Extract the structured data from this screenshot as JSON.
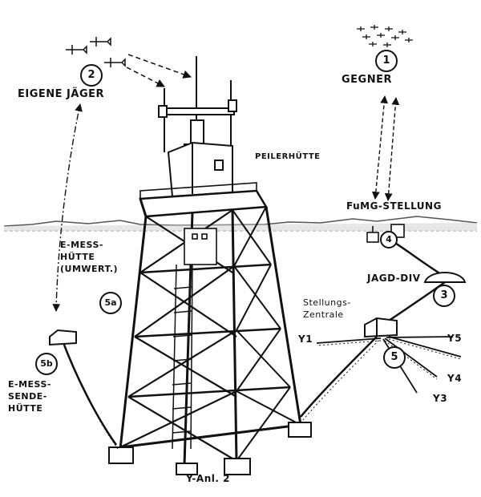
{
  "labels": {
    "gegner": "GEGNER",
    "eigene_jaeger": "EIGENE JÄGER",
    "peilerhuette": "PEILERHÜTTE",
    "fumg_stellung": "FuMG-STELLUNG",
    "e_mess_huette": "E-MESS-\nHÜTTE\n(UMWERT.)",
    "jagd_div": "JAGD-DIV",
    "stellungs_zentrale": "Stellungs-\nZentrale",
    "e_mess_sende_huette": "E-MESS-\nSENDE-\nHÜTTE",
    "y_anl": "Y-Anl. 2",
    "y1": "Y1",
    "y3": "Y3",
    "y4": "Y4",
    "y5": "Y5"
  },
  "markers": [
    "1",
    "2",
    "3",
    "4",
    "5",
    "5a",
    "5b"
  ],
  "colors": {
    "ink": "#111111",
    "paper": "#ffffff",
    "ground": "#bdbdbd"
  }
}
